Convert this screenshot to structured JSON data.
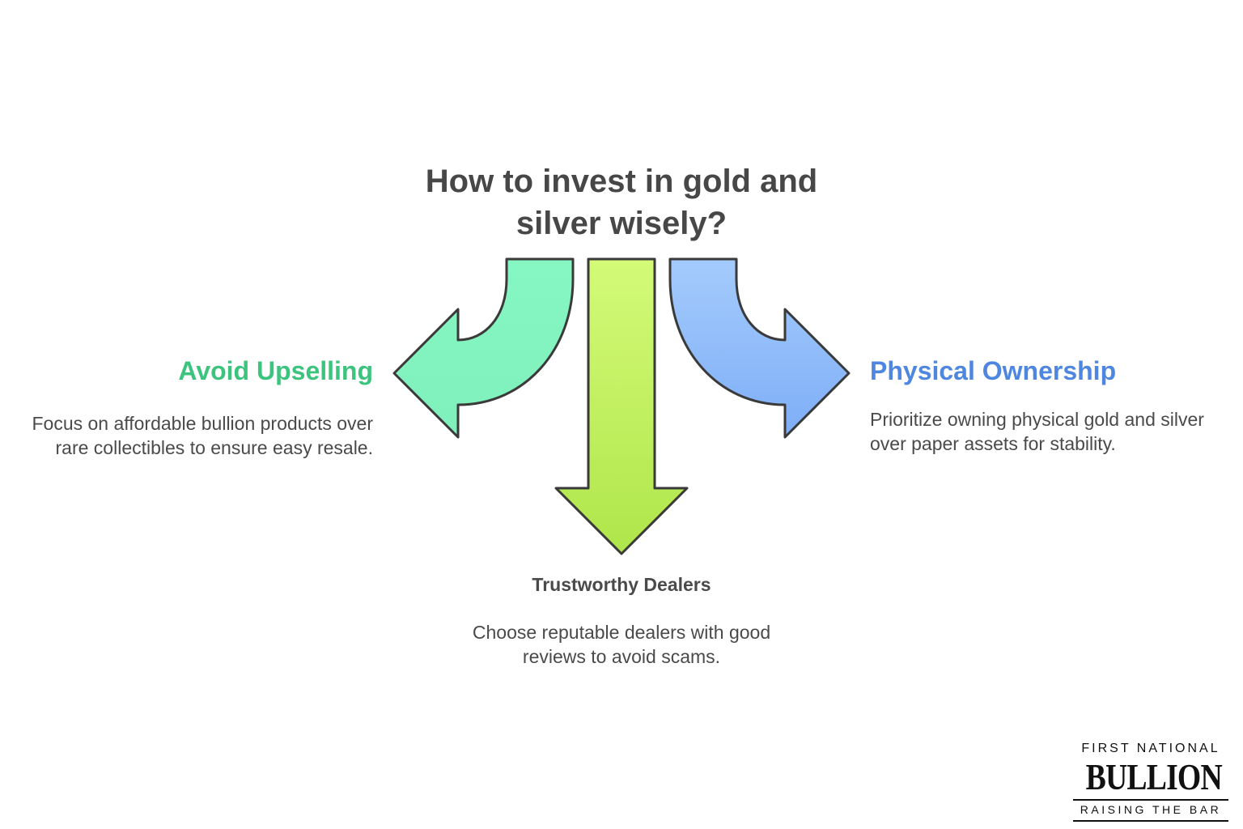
{
  "title": "How to invest in gold and silver wisely?",
  "branches": {
    "left": {
      "title": "Avoid Upselling",
      "text": "Focus on affordable bullion products over rare collectibles to ensure easy resale.",
      "color": "#3cc47e",
      "fill": "#86f7c3"
    },
    "center": {
      "title": "Trustworthy Dealers",
      "text": "Choose reputable dealers with good reviews to avoid scams.",
      "fill": "#c2f061"
    },
    "right": {
      "title": "Physical Ownership",
      "text": "Prioritize owning physical gold and silver over paper assets for stability.",
      "color": "#4f86e0",
      "fill": "#9cc3fb"
    }
  },
  "logo": {
    "top": "FIRST NATIONAL",
    "main": "BULLION",
    "bottom": "RAISING THE BAR"
  }
}
